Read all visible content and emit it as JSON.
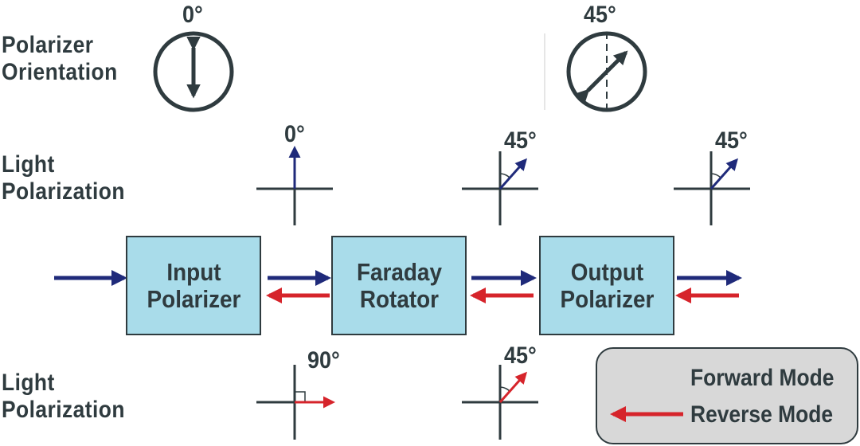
{
  "rows": {
    "polarizer_orientation": {
      "line1": "Polarizer",
      "line2": "Orientation"
    },
    "light_polarization_forward": {
      "line1": "Light",
      "line2": "Polarization"
    },
    "light_polarization_reverse": {
      "line1": "Light",
      "line2": "Polarization"
    }
  },
  "orientation_angles": {
    "input": "0°",
    "output": "45°"
  },
  "forward_angles": {
    "after_input": "0°",
    "after_rotator": "45°",
    "after_output": "45°"
  },
  "reverse_angles": {
    "after_output_back": "45°",
    "after_rotator_back": "90°"
  },
  "components": {
    "input_polarizer": {
      "line1": "Input",
      "line2": "Polarizer"
    },
    "faraday_rotator": {
      "line1": "Faraday",
      "line2": "Rotator"
    },
    "output_polarizer": {
      "line1": "Output",
      "line2": "Polarizer"
    }
  },
  "legend": {
    "forward": "Forward Mode",
    "reverse": "Reverse Mode"
  },
  "colors": {
    "forward": "#1f2a7a",
    "reverse": "#d6242b",
    "box_fill": "#a9dcea",
    "line": "#2f3b3f",
    "legend_bg": "#d8d8d8"
  }
}
